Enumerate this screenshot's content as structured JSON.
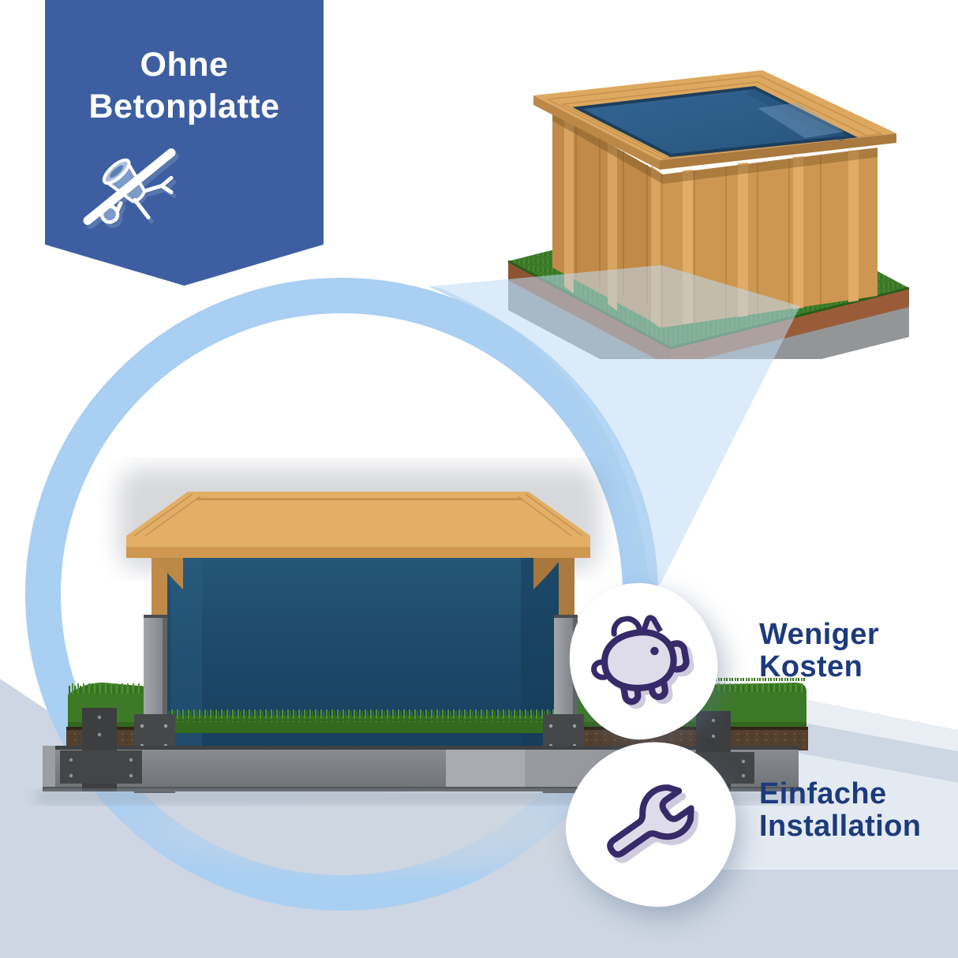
{
  "banner": {
    "line1": "Ohne",
    "line2": "Betonplatte",
    "icon": "cement-mixer-crossed"
  },
  "benefits": [
    {
      "icon": "piggy-bank",
      "label": "Weniger Kosten"
    },
    {
      "icon": "wrench",
      "label": "Einfache Installation"
    }
  ],
  "colors": {
    "banner_blue": "#3d5fa2",
    "label_navy": "#1c3b7d",
    "ring_blue": "#a9cff2",
    "beam_blue": "#bddaf4",
    "icon_outline_purple": "#372a69",
    "icon_fill": "#dfdce9",
    "background_gray": "#cdd6e2",
    "panel_light": "#e4eaf1",
    "liner_blue": "#1e4a6b",
    "wood": "#dca75f",
    "grass_green": "#3c7a27",
    "steel_gray": "#8b8e92"
  }
}
